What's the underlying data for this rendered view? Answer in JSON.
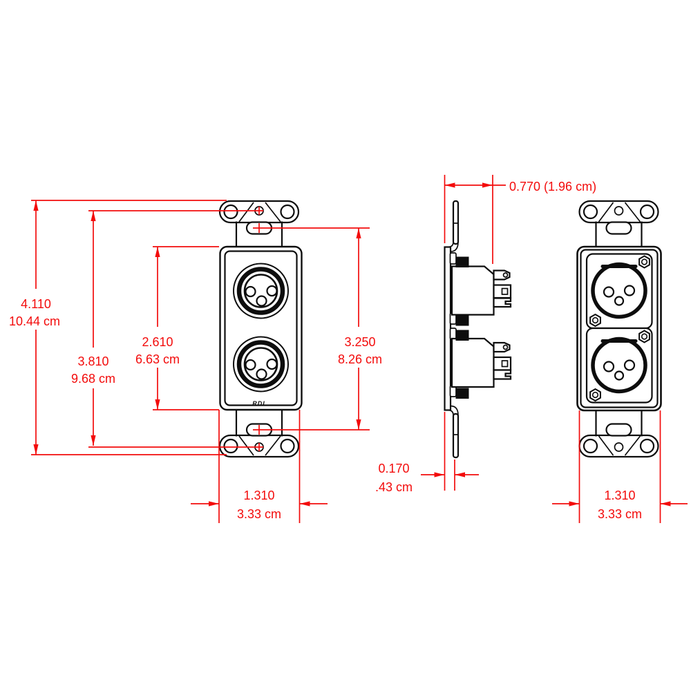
{
  "drawing": {
    "product_marking": "RDL",
    "front_view": {
      "overall_height_in": "4.110",
      "overall_height_cm": "10.44 cm",
      "screw_spacing_in": "3.810",
      "screw_spacing_cm": "9.68 cm",
      "plate_height_in": "2.610",
      "plate_height_cm": "6.63 cm",
      "slot_spacing_in": "3.250",
      "slot_spacing_cm": "8.26 cm",
      "width_in": "1.310",
      "width_cm": "3.33 cm"
    },
    "side_view": {
      "depth_overall": "0.770 (1.96 cm)",
      "plate_thickness_in": "0.170",
      "plate_thickness_cm": ".43 cm"
    },
    "rear_view": {
      "width_in": "1.310",
      "width_cm": "3.33 cm"
    },
    "colors": {
      "dimension_red": "#f30b0b",
      "line_black": "#0d0d0d",
      "background": "#ffffff"
    }
  }
}
